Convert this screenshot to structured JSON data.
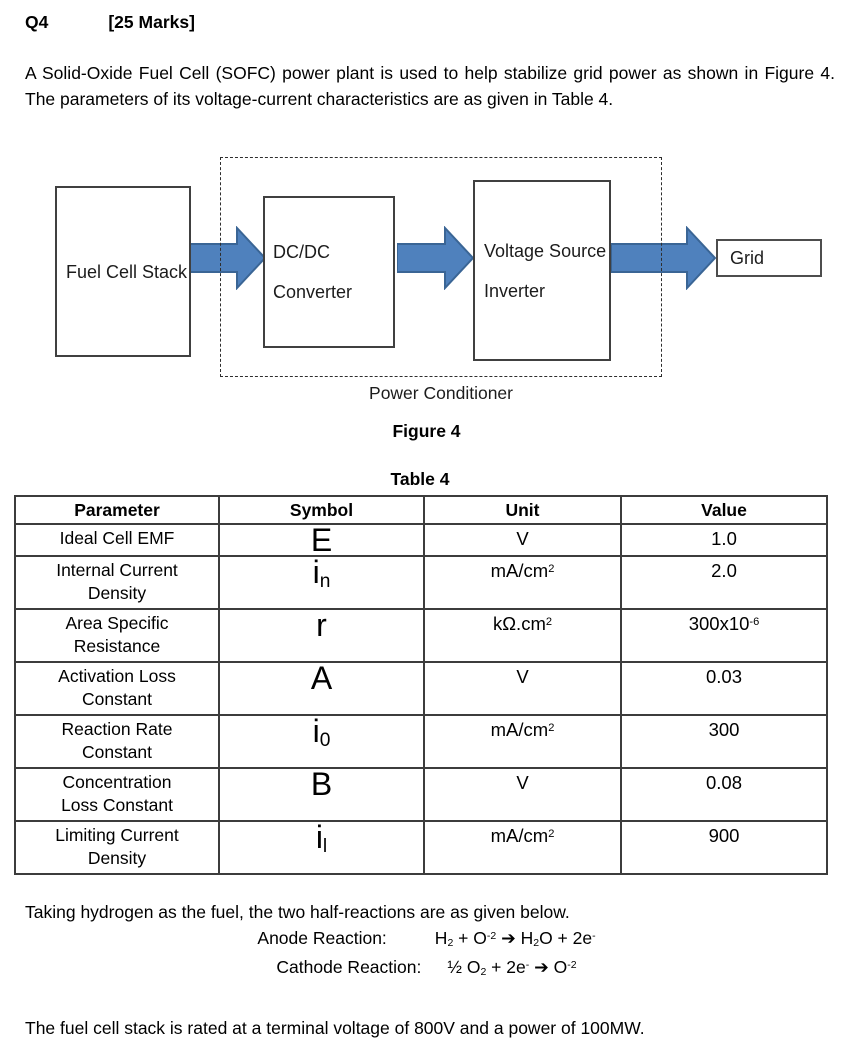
{
  "header": {
    "question": "Q4",
    "marks": "[25 Marks]"
  },
  "intro": "A Solid-Oxide Fuel Cell (SOFC) power plant is used to help stabilize grid power as shown in Figure 4. The parameters of its voltage-current characteristics are as given in Table 4.",
  "figure": {
    "fuel_cell_block": "Fuel Cell Stack",
    "dcdc_block": "DC/DC Converter",
    "inverter_block": "Voltage Source Inverter",
    "grid_block": "Grid",
    "boundary_label": "Power Conditioner",
    "caption": "Figure 4",
    "arrow_fill": "#4f81bd",
    "arrow_stroke": "#3a6595"
  },
  "table": {
    "caption": "Table 4",
    "headers": [
      "Parameter",
      "Symbol",
      "Unit",
      "Value"
    ],
    "rows": [
      {
        "parameter": "Ideal Cell EMF",
        "symbol": [
          [
            "n",
            "E"
          ]
        ],
        "unit": [
          [
            "n",
            "V"
          ]
        ],
        "value": [
          [
            "n",
            "1.0"
          ]
        ]
      },
      {
        "parameter": "Internal Current Density",
        "symbol": [
          [
            "n",
            "i"
          ],
          [
            "sub",
            "n"
          ]
        ],
        "unit": [
          [
            "n",
            "mA/cm"
          ],
          [
            "sup",
            "2"
          ]
        ],
        "value": [
          [
            "n",
            "2.0"
          ]
        ]
      },
      {
        "parameter": "Area Specific Resistance",
        "symbol": [
          [
            "n",
            "r"
          ]
        ],
        "unit": [
          [
            "n",
            "kΩ.cm"
          ],
          [
            "sup",
            "2"
          ]
        ],
        "value": [
          [
            "n",
            "300x10"
          ],
          [
            "sup",
            "-6"
          ]
        ]
      },
      {
        "parameter": "Activation Loss Constant",
        "symbol": [
          [
            "n",
            "A"
          ]
        ],
        "unit": [
          [
            "n",
            "V"
          ]
        ],
        "value": [
          [
            "n",
            "0.03"
          ]
        ]
      },
      {
        "parameter": "Reaction Rate Constant",
        "symbol": [
          [
            "n",
            "i"
          ],
          [
            "sub",
            "0"
          ]
        ],
        "unit": [
          [
            "n",
            "mA/cm"
          ],
          [
            "sup",
            "2"
          ]
        ],
        "value": [
          [
            "n",
            "300"
          ]
        ]
      },
      {
        "parameter": "Concentration Loss Constant",
        "symbol": [
          [
            "n",
            "B"
          ]
        ],
        "unit": [
          [
            "n",
            "V"
          ]
        ],
        "value": [
          [
            "n",
            "0.08"
          ]
        ]
      },
      {
        "parameter": "Limiting Current Density",
        "symbol": [
          [
            "n",
            "i"
          ],
          [
            "sub",
            "l"
          ]
        ],
        "unit": [
          [
            "n",
            "mA/cm"
          ],
          [
            "sup",
            "2"
          ]
        ],
        "value": [
          [
            "n",
            "900"
          ]
        ]
      }
    ]
  },
  "reactions": {
    "intro": "Taking hydrogen as the fuel, the two half-reactions are as given below.",
    "anode_label": "Anode Reaction:",
    "anode_formula": [
      [
        "n",
        "H"
      ],
      [
        "sub",
        "2"
      ],
      [
        "n",
        " + O"
      ],
      [
        "sup",
        "-2"
      ],
      [
        "n",
        " "
      ],
      [
        "arr",
        "➔"
      ],
      [
        "n",
        " H"
      ],
      [
        "sub",
        "2"
      ],
      [
        "n",
        "O + 2e"
      ],
      [
        "sup",
        "-"
      ]
    ],
    "cathode_label": "Cathode Reaction:",
    "cathode_formula": [
      [
        "n",
        "½ O"
      ],
      [
        "sub",
        "2"
      ],
      [
        "n",
        " + 2e"
      ],
      [
        "sup",
        "-"
      ],
      [
        "n",
        " "
      ],
      [
        "arr",
        "➔"
      ],
      [
        "n",
        " O"
      ],
      [
        "sup",
        "-2"
      ]
    ]
  },
  "footer": "The fuel cell stack is rated at a terminal voltage of 800V and a power of 100MW."
}
